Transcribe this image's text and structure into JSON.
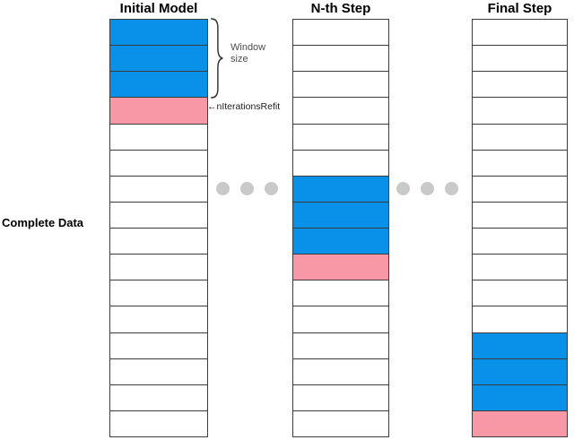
{
  "figure": {
    "left_label": "Complete Data",
    "window_size_line1": "Window",
    "window_size_line2": "size",
    "refit_label": "←nIterationsRefit"
  },
  "columns": [
    {
      "title": "Initial Model",
      "cells": [
        "window",
        "window",
        "window",
        "refit",
        "empty",
        "empty",
        "empty",
        "empty",
        "empty",
        "empty",
        "empty",
        "empty",
        "empty",
        "empty",
        "empty",
        "empty"
      ]
    },
    {
      "title": "N-th Step",
      "cells": [
        "empty",
        "empty",
        "empty",
        "empty",
        "empty",
        "empty",
        "window",
        "window",
        "window",
        "refit",
        "empty",
        "empty",
        "empty",
        "empty",
        "empty",
        "empty"
      ]
    },
    {
      "title": "Final Step",
      "cells": [
        "empty",
        "empty",
        "empty",
        "empty",
        "empty",
        "empty",
        "empty",
        "empty",
        "empty",
        "empty",
        "empty",
        "empty",
        "window",
        "window",
        "window",
        "refit"
      ]
    }
  ],
  "legend_colors": {
    "window": "#0990E8",
    "refit": "#F898A7",
    "empty": "#FFFFFF",
    "dot": "#C9C9C9",
    "border": "#3C3C3C"
  }
}
